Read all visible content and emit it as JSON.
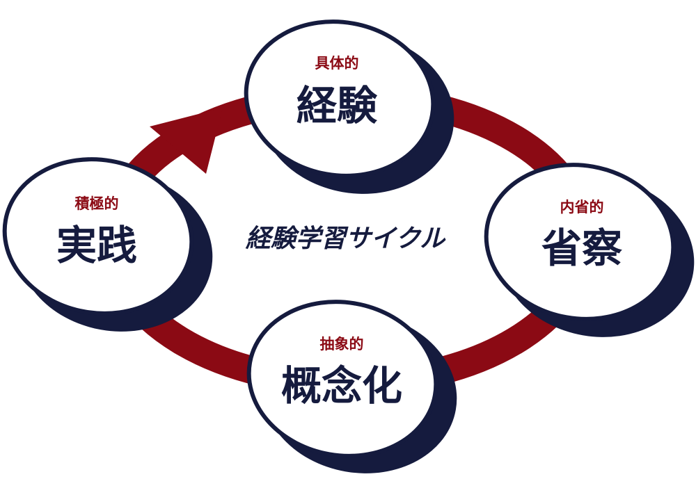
{
  "colors": {
    "navy": "#151b3e",
    "red": "#8b0a14",
    "white": "#ffffff"
  },
  "center_title": "経験学習サイクル",
  "nodes": {
    "experience": {
      "sub": "具体的",
      "main": "経験"
    },
    "reflection": {
      "sub": "内省的",
      "main": "省察"
    },
    "conceptualization": {
      "sub": "抽象的",
      "main": "概念化"
    },
    "practice": {
      "sub": "積極的",
      "main": "実践"
    }
  }
}
